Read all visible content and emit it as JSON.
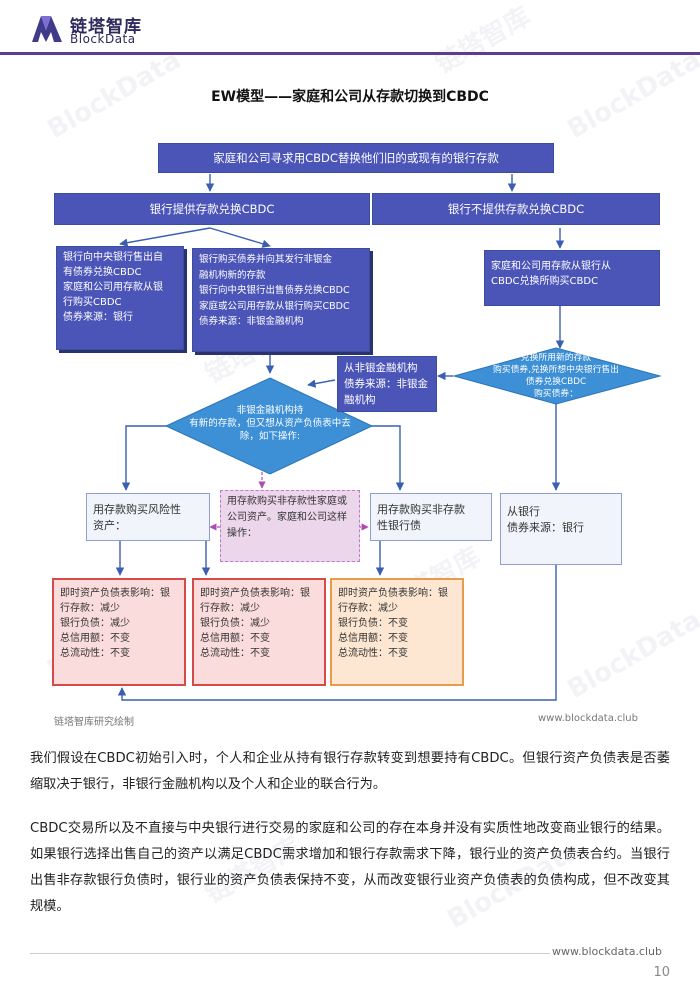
{
  "header": {
    "logo_cn": "链塔智库",
    "logo_en": "BlockData"
  },
  "title": "EW模型——家庭和公司从存款切换到CBDC",
  "diagram": {
    "top": "家庭和公司寻求用CBDC替换他们旧的或现有的银行存款",
    "branch_left": "银行提供存款兑换CBDC",
    "branch_right": "银行不提供存款兑换CBDC",
    "box_a": [
      "银行向中央银行售出自",
      "有债券兑换CBDC",
      "家庭和公司用存款从银",
      "行购买CBDC",
      "债券来源：银行"
    ],
    "box_b": [
      "银行购买债券并向其发行非银金",
      "融机构新的存款",
      "银行向中央银行出售债券兑换CBDC",
      "家庭或公司用存款从银行购买CBDC",
      "债券来源：非银金融机构"
    ],
    "box_c": [
      "家庭和公司用存款从银行从",
      "CBDC兑换所购买CBDC"
    ],
    "box_d": [
      "从非银金融机构",
      "债券来源：非银金",
      "融机构"
    ],
    "diamond_left": [
      "非银金融机构持",
      "有新的存款，但又想从资产负债表中去",
      "除，如下操作:"
    ],
    "diamond_right": [
      "兑换所用新的存款",
      "购买债券,兑换所想中央银行售出",
      "债券兑换CBDC",
      "购买债券："
    ],
    "light_1": [
      "用存款购买风险性",
      "资产："
    ],
    "pink_1": [
      "用存款购买非存款性家庭或",
      "公司资产。家庭和公司这样",
      "操作："
    ],
    "light_2": [
      "用存款购买非存款",
      "性银行债"
    ],
    "light_3": [
      "从银行",
      "债券来源：银行"
    ],
    "result_1": [
      "即时资产负债表影响：银",
      "行存款：减少",
      "银行负债：减少",
      "总信用额：不变",
      "总流动性：不变"
    ],
    "result_2": [
      "即时资产负债表影响：银",
      "行存款：减少",
      "银行负债：减少",
      "总信用额：不变",
      "总流动性：不变"
    ],
    "result_3": [
      "即时资产负债表影响：银",
      "行存款：减少",
      "银行负债：不变",
      "总信用额：不变",
      "总流动性：不变"
    ],
    "credit": "链塔智库研究绘制",
    "site": "www.blockdata.club"
  },
  "paragraphs": [
    "我们假设在CBDC初始引入时，个人和企业从持有银行存款转变到想要持有CBDC。但银行资产负债表是否萎缩取决于银行，非银行金融机构以及个人和企业的联合行为。",
    "CBDC交易所以及不直接与中央银行进行交易的家庭和公司的存在本身并没有实质性地改变商业银行的结果。如果银行选择出售自己的资产以满足CBDC需求增加和银行存款需求下降，银行业的资产负债表合约。当银行出售非存款银行负债时，银行业的资产负债表保持不变，从而改变银行业资产负债表的负债构成，但不改变其规模。"
  ],
  "footer": {
    "site": "www.blockdata.club",
    "page": "10"
  },
  "watermark": {
    "cn": "链塔智库",
    "en": "BlockData"
  },
  "colors": {
    "box_blue": "#4b55b8",
    "diamond_blue": "#3d8fd6",
    "header_purple": "#5b3f8f",
    "result_red": "#d64a4a",
    "result_orange": "#e99a4d"
  }
}
